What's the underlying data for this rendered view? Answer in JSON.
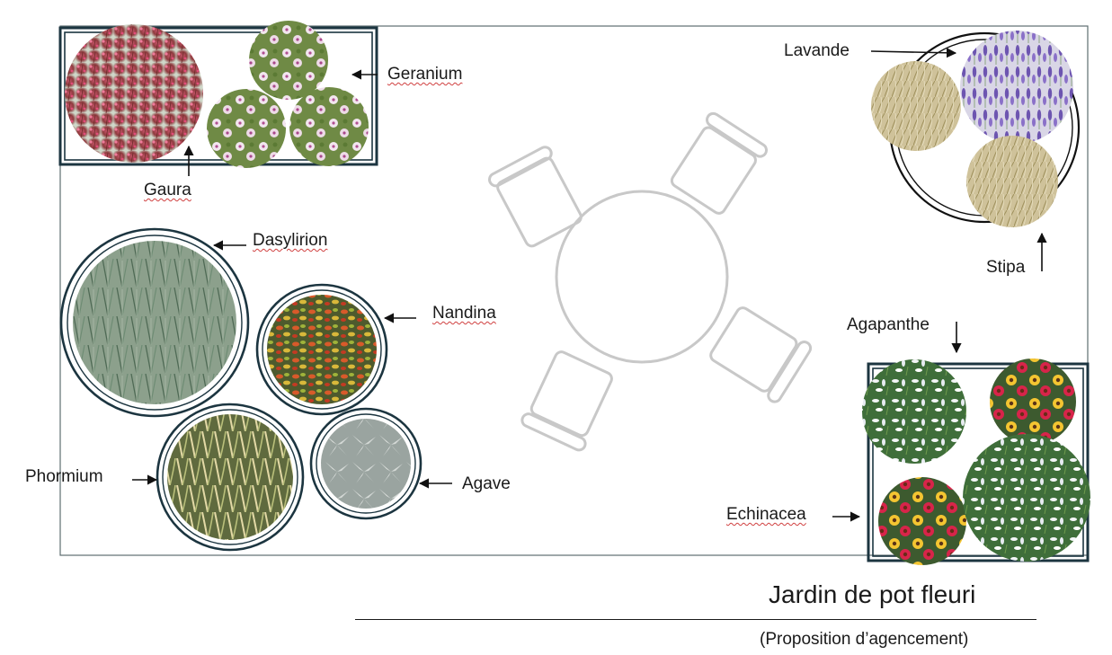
{
  "plants": {
    "gaura": "Gaura",
    "geranium": "Geranium",
    "lavande": "Lavande",
    "stipa": "Stipa",
    "dasylirion": "Dasylirion",
    "nandina": "Nandina",
    "phormium": "Phormium",
    "agave": "Agave",
    "agapanthe": "Agapanthe",
    "echinacea": "Echinacea"
  },
  "title": "Jardin de pot fleuri",
  "subtitle": "(Proposition d’agencement)",
  "colors": {
    "container_frame": "#1c3540",
    "furniture_sketch": "#c8c8c8",
    "label_text": "#1a1a1a",
    "spellcheck_underline": "#d04040"
  }
}
